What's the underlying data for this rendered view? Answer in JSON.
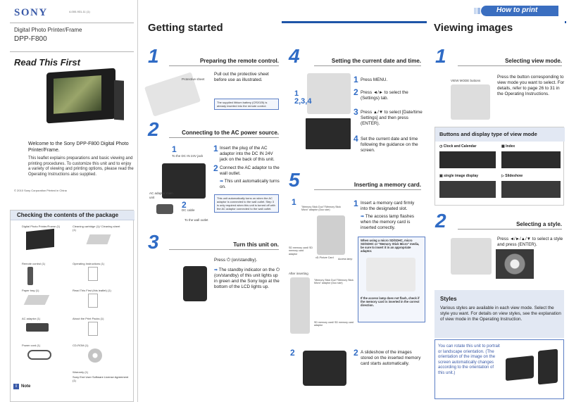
{
  "cover": {
    "logo": "SONY",
    "code": "4-000-931-11 (1)",
    "product_line1": "Digital Photo Printer/Frame",
    "product_line2": "DPP-F800",
    "read_first": "Read This First",
    "welcome": "Welcome to the Sony DPP-F800 Digital Photo Printer/Frame.",
    "lead": "This leaflet explains preparations and basic viewing and printing procedures. To customize this unit and to enjoy a variety of viewing and printing options, please read the Operating Instructions also supplied.",
    "copyright": "© 2010  Sony Corporation   Printed in China"
  },
  "contents": {
    "title": "Checking the contents of the package",
    "items": [
      "Digital Photo Printer/Frame (1)",
      "Cleaning cartridge (1)/ Cleaning sheet (1)",
      "Remote control (1)",
      "Operating Instructions (1)",
      "Paper tray (1)",
      "Read This First (this leaflet) (1)",
      "AC adaptor (1)",
      "About the Print Packs (1)",
      "Power cord (1)",
      "CD-ROM (1)",
      "Warranty (1)"
    ],
    "note_title": "Note",
    "note_text": "Sony End User Software License Agreement (1)"
  },
  "how_to_print": "How to print",
  "getting_started": {
    "title": "Getting started",
    "step1": {
      "num": "1",
      "title": "Preparing the remote control.",
      "label": "Protective sheet",
      "text": "Pull out the protective sheet before use as illustrated.",
      "callout": "The supplied lithium battery (CR2025) is already inserted into the remote control."
    },
    "step2": {
      "num": "2",
      "title": "Connecting to the AC power source.",
      "sub1": "1",
      "sub1_text": "Insert the plug of the AC adaptor into the DC IN 24V jack on the back of this unit.",
      "sub2": "2",
      "sub2_text": "Connect the AC adaptor to the wall outlet.",
      "result": "This unit automatically turns on.",
      "label_jack": "To the DC IN 24V jack",
      "label_adaptor": "AC adaptor main unit",
      "label_cable": "DC cable",
      "label_outlet": "To the wall outlet",
      "callout": "This unit automatically turns on when the AC adaptor is connected to the wall outlet. Step 3 is only required when this unit is turned off with the AC adaptor connected to the wall outlet."
    },
    "step3": {
      "num": "3",
      "title": "Turn this unit on.",
      "text": "Press ⏻ (on/standby).",
      "result": "The standby indicator on the ⏻ (on/standby) of this unit lights up in green and the Sony logo at the bottom of the LCD lights up."
    },
    "step4": {
      "num": "4",
      "title": "Setting the current date and time.",
      "labels": "1\n2,3,4",
      "s1": "1",
      "s1_text": "Press MENU.",
      "s2": "2",
      "s2_text": "Press ◄/► to select the (Settings) tab.",
      "s3": "3",
      "s3_text": "Press ▲/▼ to select [Date/time Settings] and then press (ENTER).",
      "s4": "4",
      "s4_text": "Set the current date and time following the guidance on the screen."
    },
    "step5": {
      "num": "5",
      "title": "Inserting a memory card.",
      "sub1": "1",
      "sub1_text": "Insert a memory card firmly into the designated slot.",
      "result": "The access lamp flashes when the memory card is inserted correctly.",
      "after": "After inserting",
      "label_ms": "\"Memory Stick Duo\"/\"Memory Stick Micro\" adaptor (Duo size)",
      "label_sd": "SD memory card/ SD memory card adaptor",
      "label_cf": "xD-Picture Card",
      "label_lamp": "Access lamp",
      "tip1": "When using a micro SD/SDHC, micro SD/SDHC or \"Memory Stick Micro\" media, be sure to insert it in an appropriate adaptor.",
      "tip2": "If the access lamp does not flash, check if the memory card is inserted in the correct direction.",
      "sub2": "2",
      "sub2_text": "A slideshow of the images stored on the inserted memory card starts automatically."
    }
  },
  "viewing": {
    "title": "Viewing images",
    "step1": {
      "num": "1",
      "title": "Selecting view mode.",
      "label": "VIEW MODE buttons",
      "text": "Press the button corresponding to view mode you want to select. For details, refer to page 26 to 31 in the Operating Instructions."
    },
    "modes_title": "Buttons and display type of view mode",
    "modes": [
      "Clock and Calendar",
      "Index",
      "single image display",
      "Slideshow"
    ],
    "step2": {
      "num": "2",
      "title": "Selecting a style.",
      "text": "Press ◄/►/▲/▼ to select a style and press (ENTER)."
    },
    "styles_title": "Styles",
    "styles_text": "Various styles are available in each view mode. Select the style you want. For details on view styles, see the explanation of view mode in the Operating Instruction.",
    "rotate_text": "You can rotate this unit to portrait or landscape orientation. (The orientation of the image on the screen automatically changes according to the orientation of this unit.)"
  }
}
